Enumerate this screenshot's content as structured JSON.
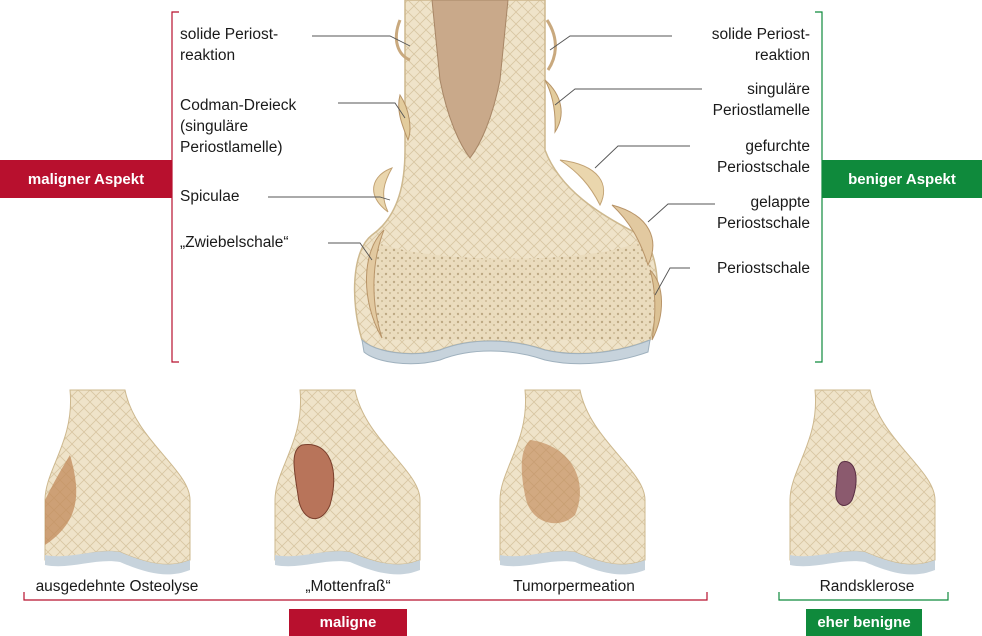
{
  "colors": {
    "malignant": "#b8102e",
    "benign": "#0f8a3c",
    "bone": "#eedfc2",
    "cartilage": "#c7d3dc"
  },
  "aspects": {
    "malignant": "maligner Aspekt",
    "benign": "beniger Aspekt"
  },
  "left_labels": {
    "solid": "solide Periost-\nreaktion",
    "codman": "Codman-Dreieck\n(singuläre\nPeriostlamelle)",
    "spiculae": "Spiculae",
    "onion": "„Zwiebelschale“"
  },
  "right_labels": {
    "solid": "solide Periost-\nreaktion",
    "single": "singuläre\nPeriostlamelle",
    "grooved": "gefurchte\nPeriostschale",
    "lobed": "gelappte\nPeriostschale",
    "shell": "Periostschale"
  },
  "bottom_captions": [
    "ausgedehnte Osteolyse",
    "„Mottenfraß“",
    "Tumorpermeation",
    "Randsklerose"
  ],
  "groups": {
    "malignant": "maligne",
    "benign": "eher benigne"
  },
  "icons": [
    "femur-illustration",
    "periosteal-reaction-shapes",
    "lesion-marks"
  ]
}
